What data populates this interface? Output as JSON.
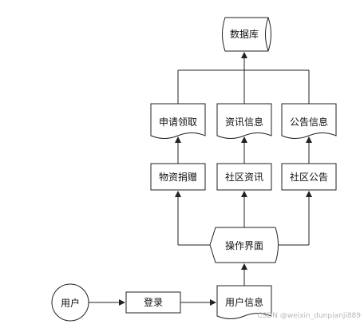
{
  "diagram": {
    "database": "数据库",
    "docs": {
      "apply": "申请领取",
      "info": "资讯信息",
      "notice": "公告信息"
    },
    "modules": {
      "donate": "物资捐赠",
      "news": "社区资讯",
      "notice": "社区公告"
    },
    "interface": "操作界面",
    "user": "用户",
    "login": "登录",
    "user_info": "用户信息"
  },
  "watermark": "CSDN @weixin_dunpianji889"
}
